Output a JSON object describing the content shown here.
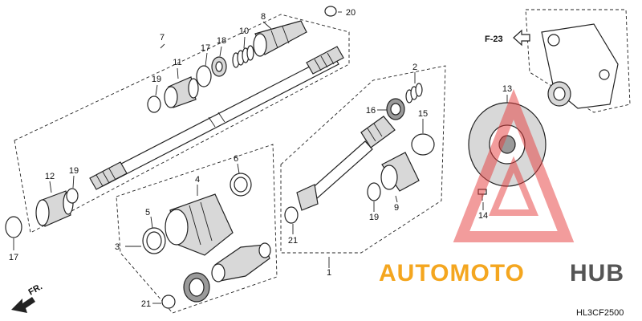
{
  "diagram": {
    "code": "HL3CF2500",
    "ref_label": "F-23",
    "direction_label": "FR.",
    "watermark": {
      "part1": "AUTOMOTO",
      "part2": "HUB",
      "color1": "#f4a61f",
      "color2": "#555555",
      "triangle": "#e5393a"
    }
  },
  "callouts": [
    {
      "id": "c1",
      "label": "1"
    },
    {
      "id": "c2",
      "label": "2"
    },
    {
      "id": "c3",
      "label": "3"
    },
    {
      "id": "c4",
      "label": "4"
    },
    {
      "id": "c5",
      "label": "5"
    },
    {
      "id": "c6",
      "label": "6"
    },
    {
      "id": "c7",
      "label": "7"
    },
    {
      "id": "c8",
      "label": "8"
    },
    {
      "id": "c9",
      "label": "9"
    },
    {
      "id": "c10",
      "label": "10"
    },
    {
      "id": "c11",
      "label": "11"
    },
    {
      "id": "c12",
      "label": "12"
    },
    {
      "id": "c13",
      "label": "13"
    },
    {
      "id": "c14",
      "label": "14"
    },
    {
      "id": "c15",
      "label": "15"
    },
    {
      "id": "c16",
      "label": "16"
    },
    {
      "id": "c17a",
      "label": "17"
    },
    {
      "id": "c17b",
      "label": "17"
    },
    {
      "id": "c18",
      "label": "18"
    },
    {
      "id": "c19a",
      "label": "19"
    },
    {
      "id": "c19b",
      "label": "19"
    },
    {
      "id": "c19c",
      "label": "19"
    },
    {
      "id": "c20",
      "label": "20"
    },
    {
      "id": "c21a",
      "label": "21"
    },
    {
      "id": "c21b",
      "label": "21"
    }
  ]
}
